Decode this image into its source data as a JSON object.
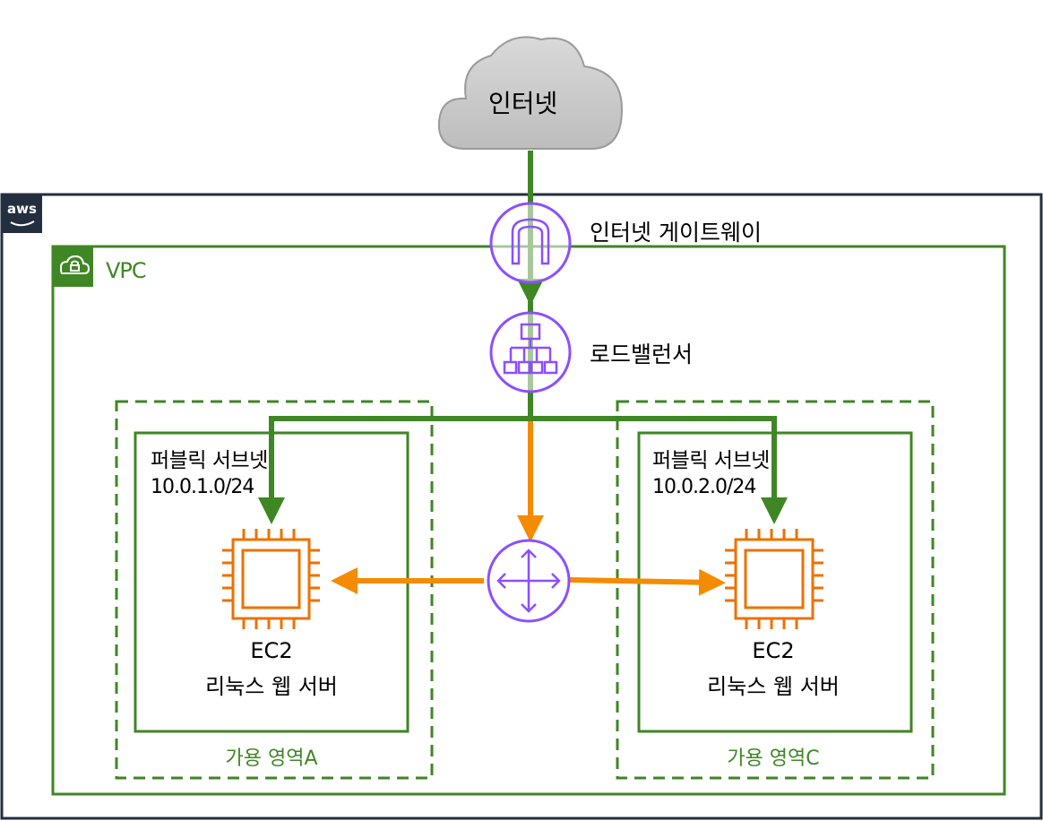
{
  "internet": {
    "label": "인터넷"
  },
  "aws": {
    "logo_text": "aws"
  },
  "vpc": {
    "label": "VPC"
  },
  "internet_gateway": {
    "label": "인터넷 게이트웨이"
  },
  "load_balancer": {
    "label": "로드밸런서"
  },
  "zones": [
    {
      "label": "가용 영역A",
      "subnet": {
        "label": "퍼블릭 서브넷",
        "cidr": "10.0.1.0/24"
      },
      "instance": {
        "type": "EC2",
        "role": "리눅스 웹 서버"
      }
    },
    {
      "label": "가용 영역C",
      "subnet": {
        "label": "퍼블릭 서브넷",
        "cidr": "10.0.2.0/24"
      },
      "instance": {
        "type": "EC2",
        "role": "리눅스 웹 서버"
      }
    }
  ],
  "colors": {
    "green": "#3f8624",
    "orange": "#f58b00",
    "purple": "#8c4fff",
    "ec2_orange": "#ed7100",
    "aws_dark": "#232f3e",
    "cloud_gray": "#cccccc"
  }
}
